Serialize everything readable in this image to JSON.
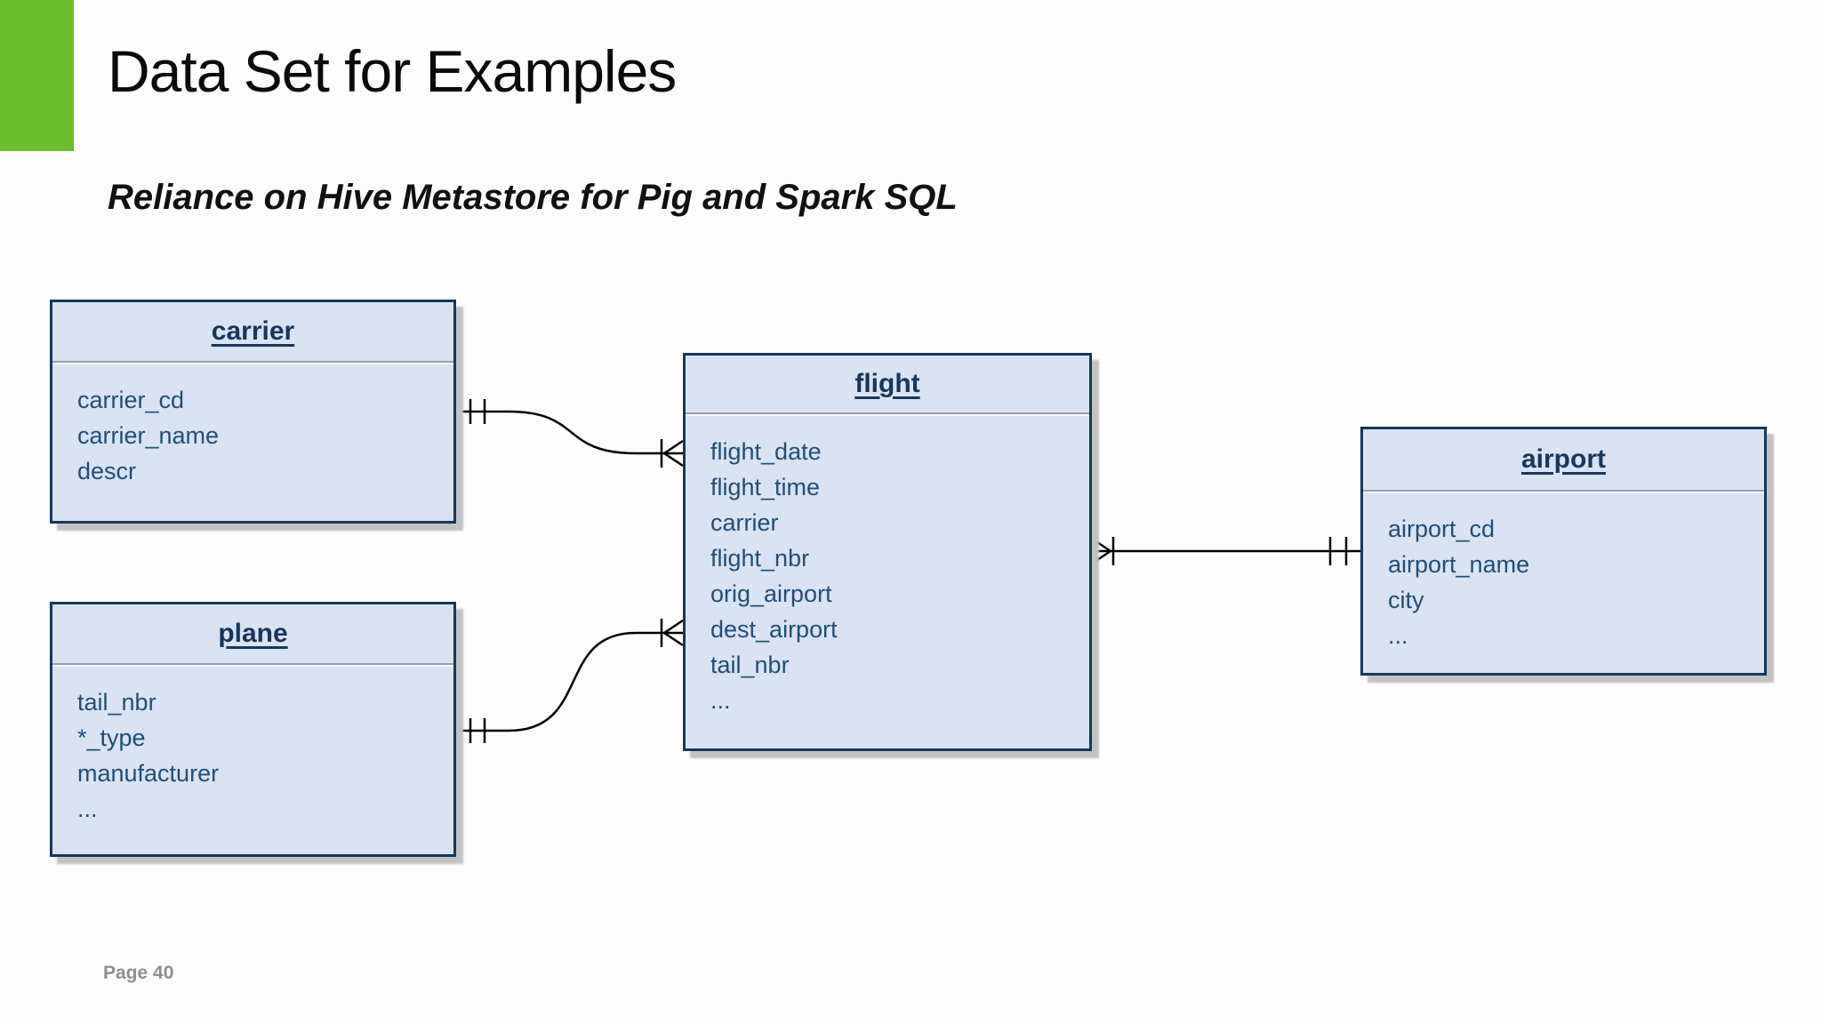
{
  "slide": {
    "title": "Data Set for Examples",
    "subtitle": "Reliance on Hive Metastore for Pig and Spark SQL",
    "page_label": "Page 40"
  },
  "theme": {
    "accent_green": "#6CBE2C",
    "table_fill": "#d9e3f3",
    "table_border": "#17365d",
    "table_text": "#1f4e79",
    "connector_color": "#000000",
    "shadow_color": "#c2c2c2",
    "page_label_color": "#8a9095"
  },
  "diagram": {
    "type": "entity-relationship",
    "tables": [
      {
        "name": "carrier",
        "fields": [
          "carrier_cd",
          "carrier_name",
          "descr"
        ]
      },
      {
        "name": "plane",
        "fields": [
          "tail_nbr",
          "*_type",
          "manufacturer",
          "..."
        ]
      },
      {
        "name": "flight",
        "fields": [
          "flight_date",
          "flight_time",
          "carrier",
          "flight_nbr",
          "orig_airport",
          "dest_airport",
          "tail_nbr",
          "..."
        ]
      },
      {
        "name": "airport",
        "fields": [
          "airport_cd",
          "airport_name",
          "city",
          "..."
        ]
      }
    ],
    "relationships": [
      {
        "from": "carrier",
        "to": "flight",
        "from_cardinality": "one-and-only-one",
        "to_cardinality": "one-or-many"
      },
      {
        "from": "plane",
        "to": "flight",
        "from_cardinality": "one-and-only-one",
        "to_cardinality": "one-or-many"
      },
      {
        "from": "airport",
        "to": "flight",
        "from_cardinality": "one-and-only-one",
        "to_cardinality": "one-or-many"
      }
    ]
  }
}
